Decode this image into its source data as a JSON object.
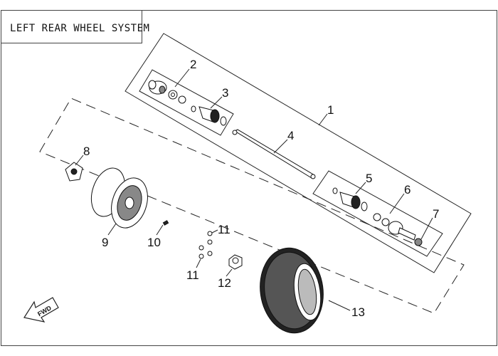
{
  "title": "LEFT REAR WHEEL SYSTEM",
  "forward_arrow": {
    "label": "FWD",
    "icon": "forward-arrow-icon"
  },
  "callouts": [
    {
      "id": "1",
      "label": "1"
    },
    {
      "id": "2",
      "label": "2"
    },
    {
      "id": "3",
      "label": "3"
    },
    {
      "id": "4",
      "label": "4"
    },
    {
      "id": "5",
      "label": "5"
    },
    {
      "id": "6",
      "label": "6"
    },
    {
      "id": "7",
      "label": "7"
    },
    {
      "id": "8",
      "label": "8"
    },
    {
      "id": "9",
      "label": "9"
    },
    {
      "id": "10",
      "label": "10"
    },
    {
      "id": "11a",
      "label": "11"
    },
    {
      "id": "11b",
      "label": "11"
    },
    {
      "id": "12",
      "label": "12"
    },
    {
      "id": "13",
      "label": "13"
    }
  ]
}
